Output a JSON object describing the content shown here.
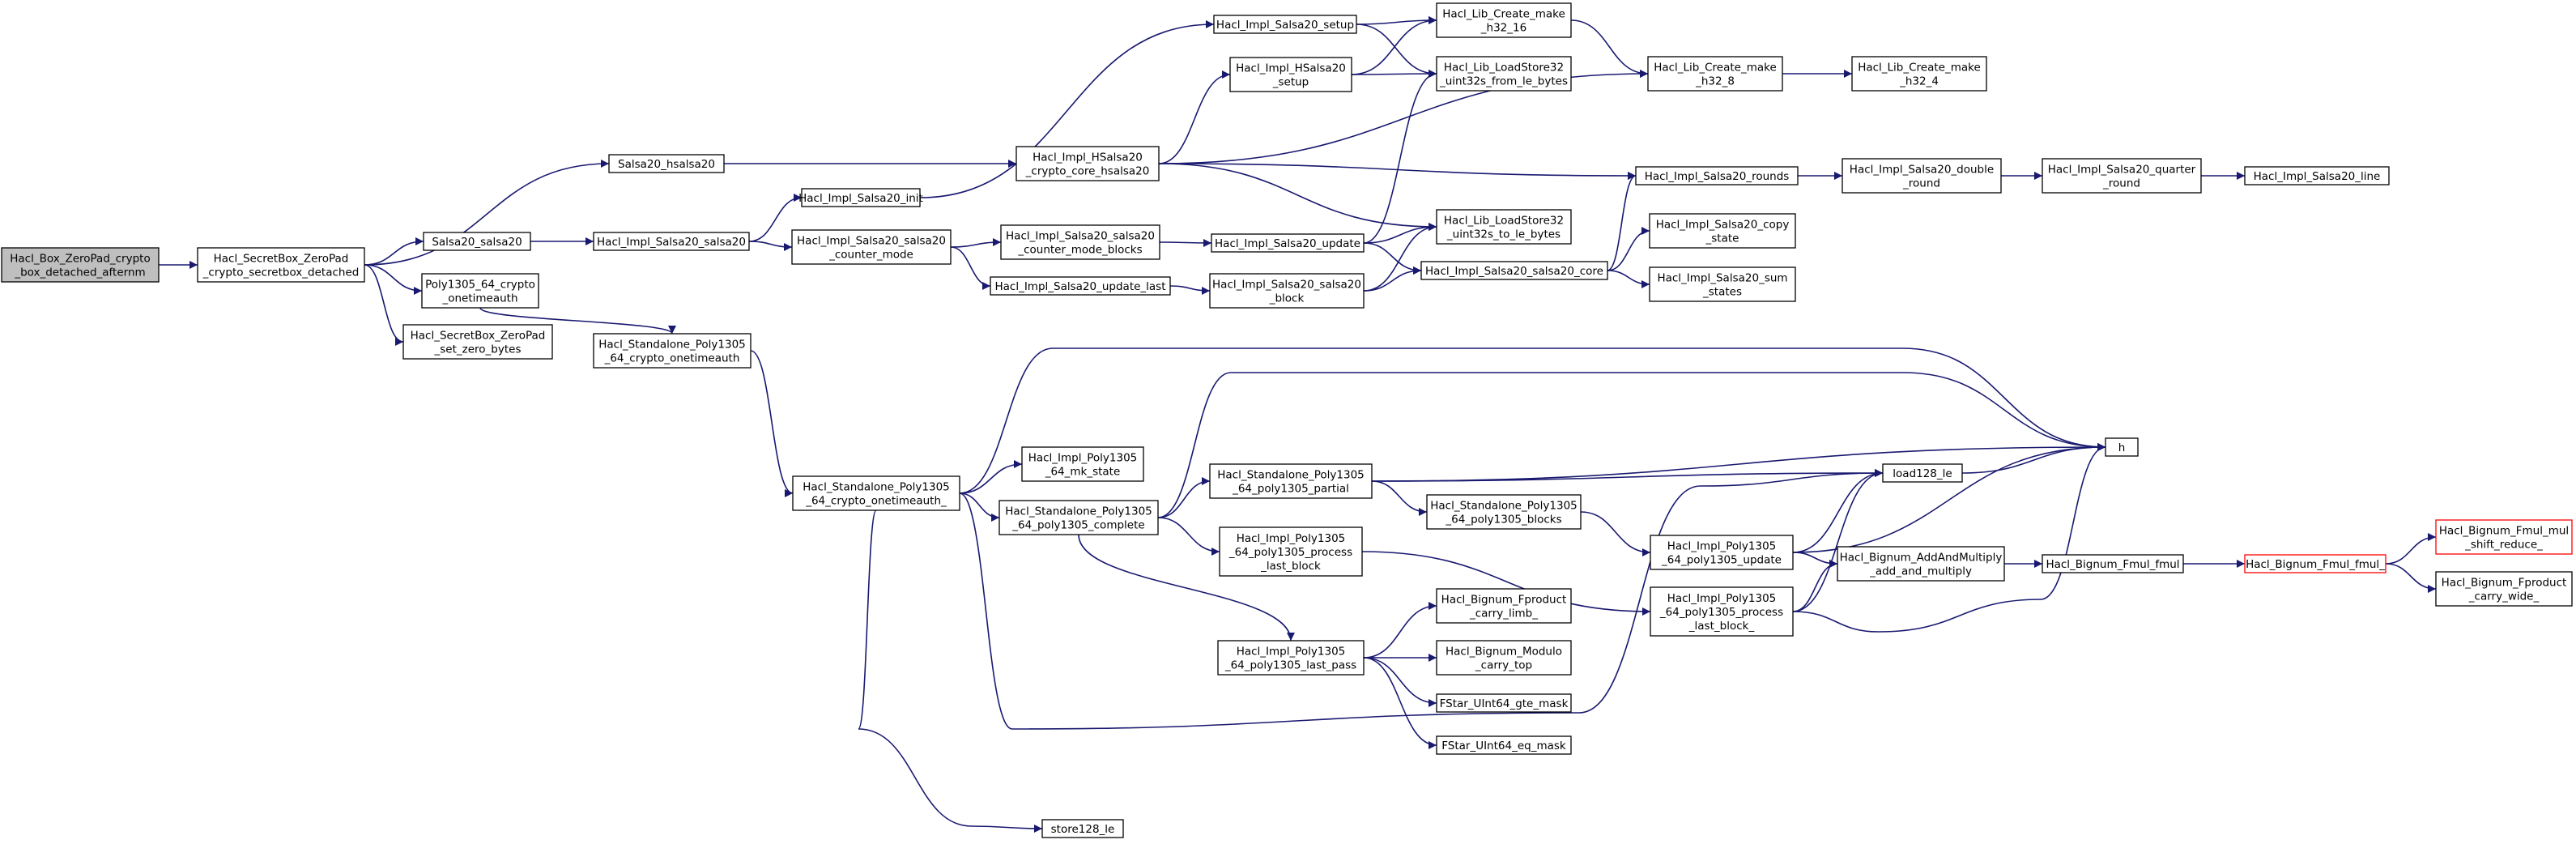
{
  "colors": {
    "edge": "#191970",
    "root_fill": "#bfbfbf",
    "truncated_border": "#ff0000",
    "node_border": "#000000"
  },
  "nodes": {
    "root": {
      "lines": [
        "Hacl_Box_ZeroPad_crypto",
        "_box_detached_afternm"
      ]
    },
    "secretbox_detached": {
      "lines": [
        "Hacl_SecretBox_ZeroPad",
        "_crypto_secretbox_detached"
      ]
    },
    "salsa20_hsalsa20": {
      "lines": [
        "Salsa20_hsalsa20"
      ]
    },
    "salsa20_salsa20": {
      "lines": [
        "Salsa20_salsa20"
      ]
    },
    "poly1305_64_onetimeauth": {
      "lines": [
        "Poly1305_64_crypto",
        "_onetimeauth"
      ]
    },
    "set_zero_bytes": {
      "lines": [
        "Hacl_SecretBox_ZeroPad",
        "_set_zero_bytes"
      ]
    },
    "impl_salsa20_init": {
      "lines": [
        "Hacl_Impl_Salsa20_init"
      ]
    },
    "impl_salsa20_salsa20": {
      "lines": [
        "Hacl_Impl_Salsa20_salsa20"
      ]
    },
    "impl_salsa20_setup": {
      "lines": [
        "Hacl_Impl_Salsa20_setup"
      ]
    },
    "impl_hsalsa20_setup": {
      "lines": [
        "Hacl_Impl_HSalsa20",
        "_setup"
      ]
    },
    "impl_hsalsa20_core": {
      "lines": [
        "Hacl_Impl_HSalsa20",
        "_crypto_core_hsalsa20"
      ]
    },
    "counter_mode": {
      "lines": [
        "Hacl_Impl_Salsa20_salsa20",
        "_counter_mode"
      ]
    },
    "counter_mode_blocks": {
      "lines": [
        "Hacl_Impl_Salsa20_salsa20",
        "_counter_mode_blocks"
      ]
    },
    "update_last": {
      "lines": [
        "Hacl_Impl_Salsa20_update_last"
      ]
    },
    "impl_salsa20_update": {
      "lines": [
        "Hacl_Impl_Salsa20_update"
      ]
    },
    "salsa20_block": {
      "lines": [
        "Hacl_Impl_Salsa20_salsa20",
        "_block"
      ]
    },
    "make_h32_16": {
      "lines": [
        "Hacl_Lib_Create_make",
        "_h32_16"
      ]
    },
    "uint32s_from_le": {
      "lines": [
        "Hacl_Lib_LoadStore32",
        "_uint32s_from_le_bytes"
      ]
    },
    "make_h32_8": {
      "lines": [
        "Hacl_Lib_Create_make",
        "_h32_8"
      ]
    },
    "make_h32_4": {
      "lines": [
        "Hacl_Lib_Create_make",
        "_h32_4"
      ]
    },
    "salsa20_rounds": {
      "lines": [
        "Hacl_Impl_Salsa20_rounds"
      ]
    },
    "double_round": {
      "lines": [
        "Hacl_Impl_Salsa20_double",
        "_round"
      ]
    },
    "quarter_round": {
      "lines": [
        "Hacl_Impl_Salsa20_quarter",
        "_round"
      ]
    },
    "salsa20_line": {
      "lines": [
        "Hacl_Impl_Salsa20_line"
      ]
    },
    "uint32s_to_le": {
      "lines": [
        "Hacl_Lib_LoadStore32",
        "_uint32s_to_le_bytes"
      ]
    },
    "salsa20_core": {
      "lines": [
        "Hacl_Impl_Salsa20_salsa20_core"
      ]
    },
    "salsa20_copy_state": {
      "lines": [
        "Hacl_Impl_Salsa20_copy",
        "_state"
      ]
    },
    "salsa20_sum_states": {
      "lines": [
        "Hacl_Impl_Salsa20_sum",
        "_states"
      ]
    },
    "standalone_onetimeauth": {
      "lines": [
        "Hacl_Standalone_Poly1305",
        "_64_crypto_onetimeauth"
      ]
    },
    "standalone_onetimeauth_": {
      "lines": [
        "Hacl_Standalone_Poly1305",
        "_64_crypto_onetimeauth_"
      ]
    },
    "mk_state": {
      "lines": [
        "Hacl_Impl_Poly1305",
        "_64_mk_state"
      ]
    },
    "poly1305_complete": {
      "lines": [
        "Hacl_Standalone_Poly1305",
        "_64_poly1305_complete"
      ]
    },
    "poly1305_partial": {
      "lines": [
        "Hacl_Standalone_Poly1305",
        "_64_poly1305_partial"
      ]
    },
    "poly1305_blocks": {
      "lines": [
        "Hacl_Standalone_Poly1305",
        "_64_poly1305_blocks"
      ]
    },
    "process_last_block": {
      "lines": [
        "Hacl_Impl_Poly1305",
        "_64_poly1305_process",
        "_last_block"
      ]
    },
    "last_pass": {
      "lines": [
        "Hacl_Impl_Poly1305",
        "_64_poly1305_last_pass"
      ]
    },
    "fproduct_carry_limb": {
      "lines": [
        "Hacl_Bignum_Fproduct",
        "_carry_limb_"
      ]
    },
    "modulo_carry_top": {
      "lines": [
        "Hacl_Bignum_Modulo",
        "_carry_top"
      ]
    },
    "gte_mask": {
      "lines": [
        "FStar_UInt64_gte_mask"
      ]
    },
    "eq_mask": {
      "lines": [
        "FStar_UInt64_eq_mask"
      ]
    },
    "store128_le": {
      "lines": [
        "store128_le"
      ]
    },
    "h": {
      "lines": [
        "h"
      ]
    },
    "load128_le": {
      "lines": [
        "load128_le"
      ]
    },
    "impl_poly1305_update": {
      "lines": [
        "Hacl_Impl_Poly1305",
        "_64_poly1305_update"
      ]
    },
    "impl_process_last_block_": {
      "lines": [
        "Hacl_Impl_Poly1305",
        "_64_poly1305_process",
        "_last_block_"
      ]
    },
    "add_and_multiply": {
      "lines": [
        "Hacl_Bignum_AddAndMultiply",
        "_add_and_multiply"
      ]
    },
    "fmul_fmul": {
      "lines": [
        "Hacl_Bignum_Fmul_fmul"
      ]
    },
    "fmul_fmul_": {
      "lines": [
        "Hacl_Bignum_Fmul_fmul_"
      ]
    },
    "fmul_shift_reduce": {
      "lines": [
        "Hacl_Bignum_Fmul_mul",
        "_shift_reduce_"
      ]
    },
    "fproduct_carry_wide": {
      "lines": [
        "Hacl_Bignum_Fproduct",
        "_carry_wide_"
      ]
    }
  }
}
